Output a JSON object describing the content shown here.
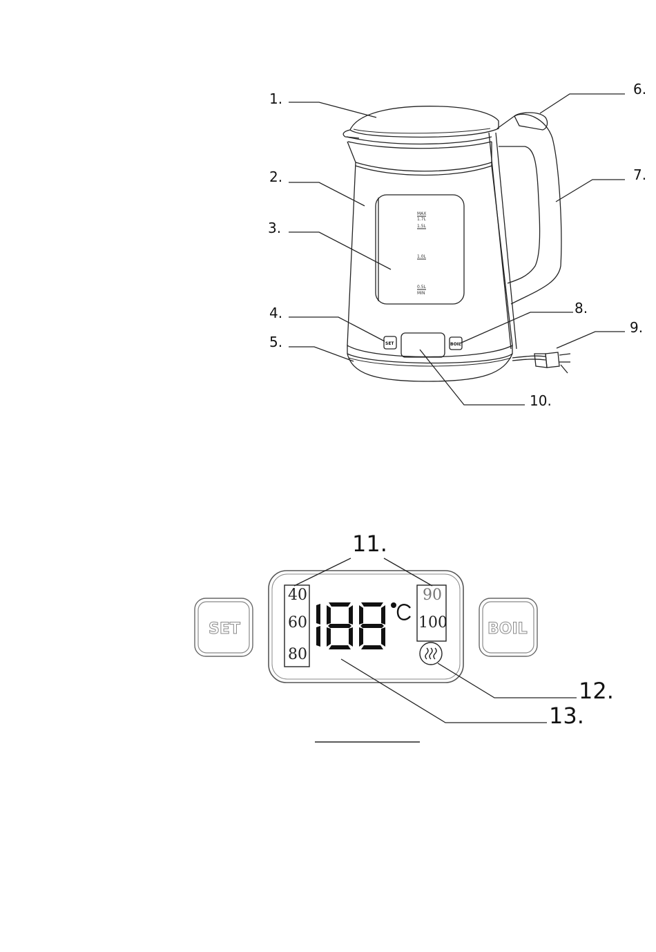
{
  "callouts": {
    "c1": "1.",
    "c2": "2.",
    "c3": "3.",
    "c4": "4.",
    "c5": "5.",
    "c6": "6.",
    "c7": "7.",
    "c8": "8.",
    "c9": "9.",
    "c10": "10.",
    "c11": "11.",
    "c12": "12.",
    "c13": "13."
  },
  "kettle": {
    "scale_max": "MAX",
    "scale_17": "1.7L",
    "scale_15": "1.5L",
    "scale_10": "1.0L",
    "scale_05": "0.5L",
    "scale_min": "MIN",
    "set_label": "SET",
    "boil_label": "BOIL"
  },
  "panel": {
    "set_label": "SET",
    "boil_label": "BOIL",
    "left_temps": [
      "40",
      "60",
      "80"
    ],
    "right_temps": [
      "90",
      "100"
    ],
    "unit": "°C",
    "display_digits": "188"
  }
}
